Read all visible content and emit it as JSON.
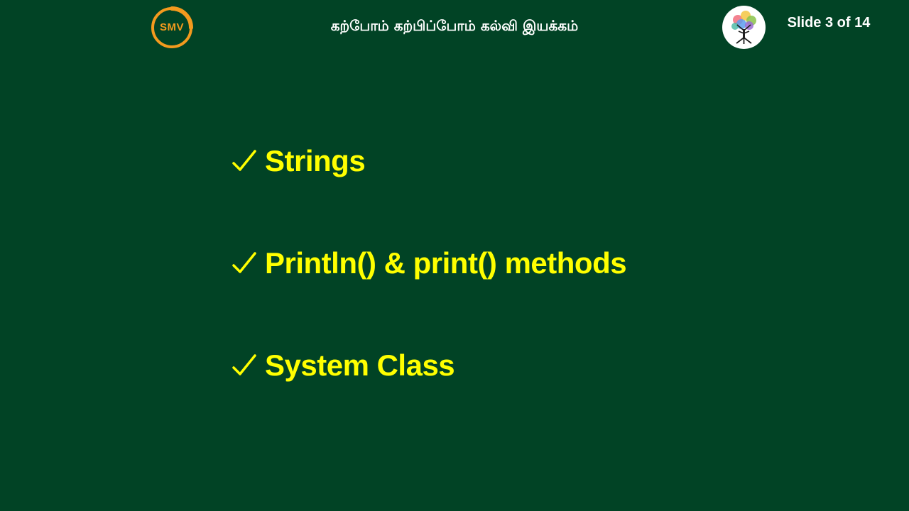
{
  "header": {
    "left_logo_text": "SMV",
    "title": "கற்போம் கற்பிப்போம் கல்வி இயக்கம்",
    "right_logo_icon": "tree-logo-icon",
    "slide_counter": "Slide 3 of 14"
  },
  "bullets": [
    {
      "icon": "check-icon",
      "label": "Strings"
    },
    {
      "icon": "check-icon",
      "label": "Println() & print() methods"
    },
    {
      "icon": "check-icon",
      "label": "System Class"
    }
  ],
  "colors": {
    "background": "#014325",
    "bullet_text": "#ffff00",
    "header_text": "#ffffff",
    "logo_accent": "#f39a1e"
  }
}
